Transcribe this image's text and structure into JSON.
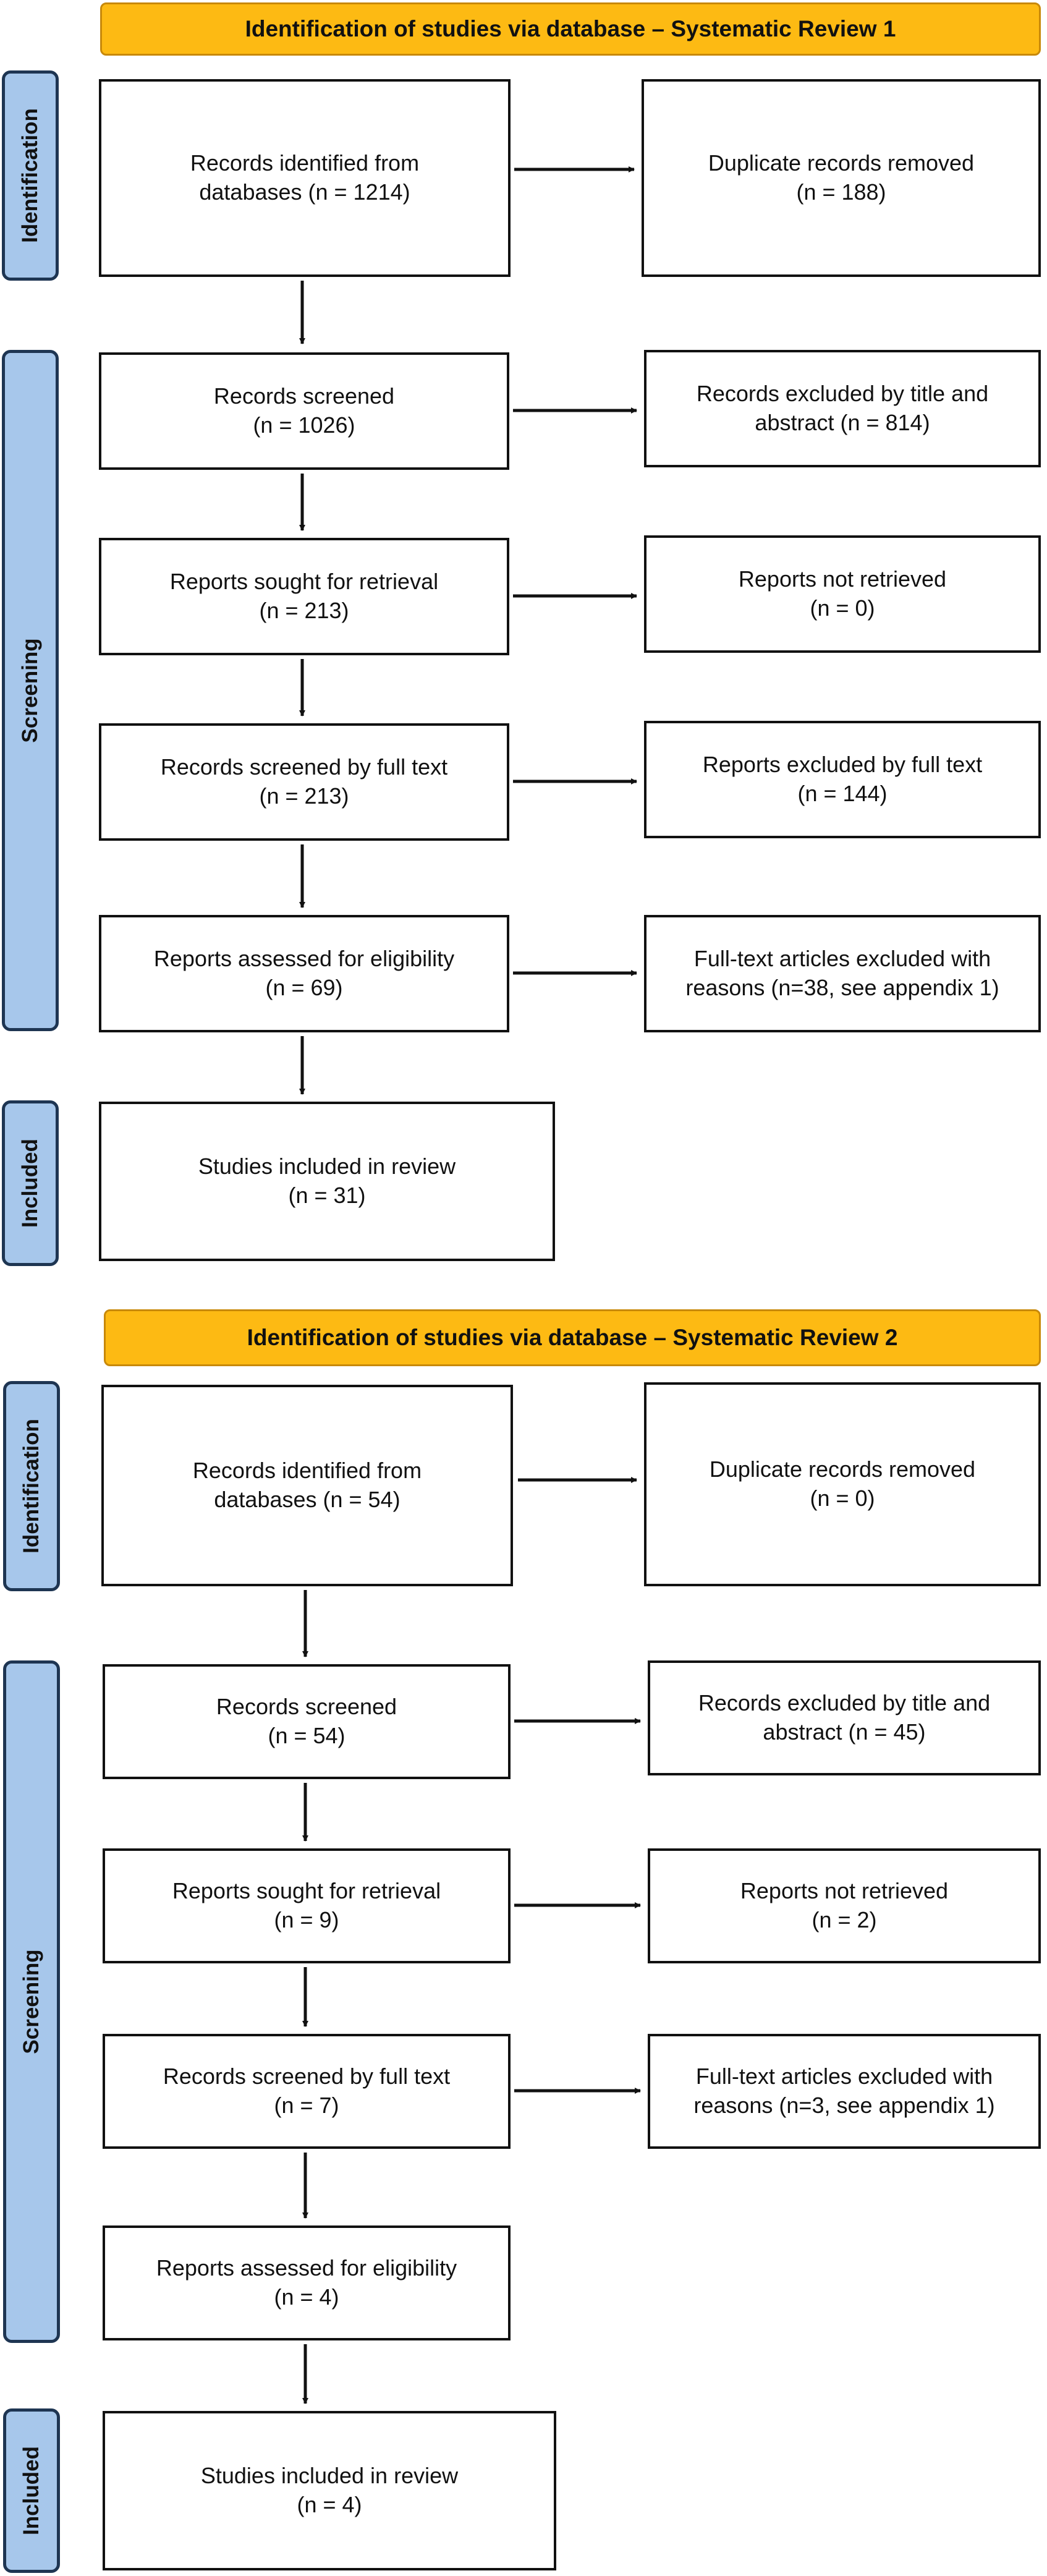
{
  "review1": {
    "header": "Identification of studies via database – Systematic Review 1",
    "phases": {
      "identification": "Identification",
      "screening": "Screening",
      "included": "Included"
    },
    "identified": {
      "text": "Records identified from databases (n = 1214)"
    },
    "duplicates": {
      "line1": "Duplicate records removed",
      "line2": "(n = 188)"
    },
    "screened": {
      "line1": "Records screened",
      "line2": "(n = 1026)"
    },
    "excluded_title": {
      "line1": "Records excluded by title and",
      "line2": "abstract (n = 814)"
    },
    "sought": {
      "line1": "Reports sought for retrieval",
      "line2": "(n = 213)"
    },
    "not_retrieved": {
      "line1": "Reports not retrieved",
      "line2": "(n = 0)"
    },
    "fulltext": {
      "line1": "Records screened by full text",
      "line2": "(n = 213)"
    },
    "excluded_fulltext": {
      "line1": "Reports excluded by full text",
      "line2": "(n = 144)"
    },
    "eligibility": {
      "line1": "Reports assessed for eligibility",
      "line2": "(n = 69)"
    },
    "excluded_reasons": {
      "line1": "Full-text articles excluded with",
      "line2": "reasons (n=38, see appendix 1)"
    },
    "included_studies": {
      "line1": "Studies included in review",
      "line2": "(n = 31)"
    }
  },
  "review2": {
    "header": "Identification of studies via database – Systematic Review 2",
    "phases": {
      "identification": "Identification",
      "screening": "Screening",
      "included": "Included"
    },
    "identified": {
      "line1": "Records identified from",
      "line2": "databases (n = 54)"
    },
    "duplicates": {
      "line1": "Duplicate records removed",
      "line2": "(n = 0)"
    },
    "screened": {
      "line1": "Records screened",
      "line2": "(n = 54)"
    },
    "excluded_title": {
      "line1": "Records excluded by title and",
      "line2": "abstract (n = 45)"
    },
    "sought": {
      "line1": "Reports sought for retrieval",
      "line2": "(n = 9)"
    },
    "not_retrieved": {
      "line1": "Reports not retrieved",
      "line2": "(n = 2)"
    },
    "fulltext": {
      "line1": "Records screened by full text",
      "line2": "(n = 7)"
    },
    "excluded_reasons": {
      "line1": "Full-text articles excluded with",
      "line2": "reasons (n=3, see appendix 1)"
    },
    "eligibility": {
      "line1": "Reports assessed for eligibility",
      "line2": "(n = 4)"
    },
    "included_studies": {
      "line1": "Studies included in review",
      "line2": "(n = 4)"
    }
  },
  "colors": {
    "header_fill": "#FDBA13",
    "phase_fill": "#A7C7EB",
    "phase_border": "#1E3552"
  }
}
